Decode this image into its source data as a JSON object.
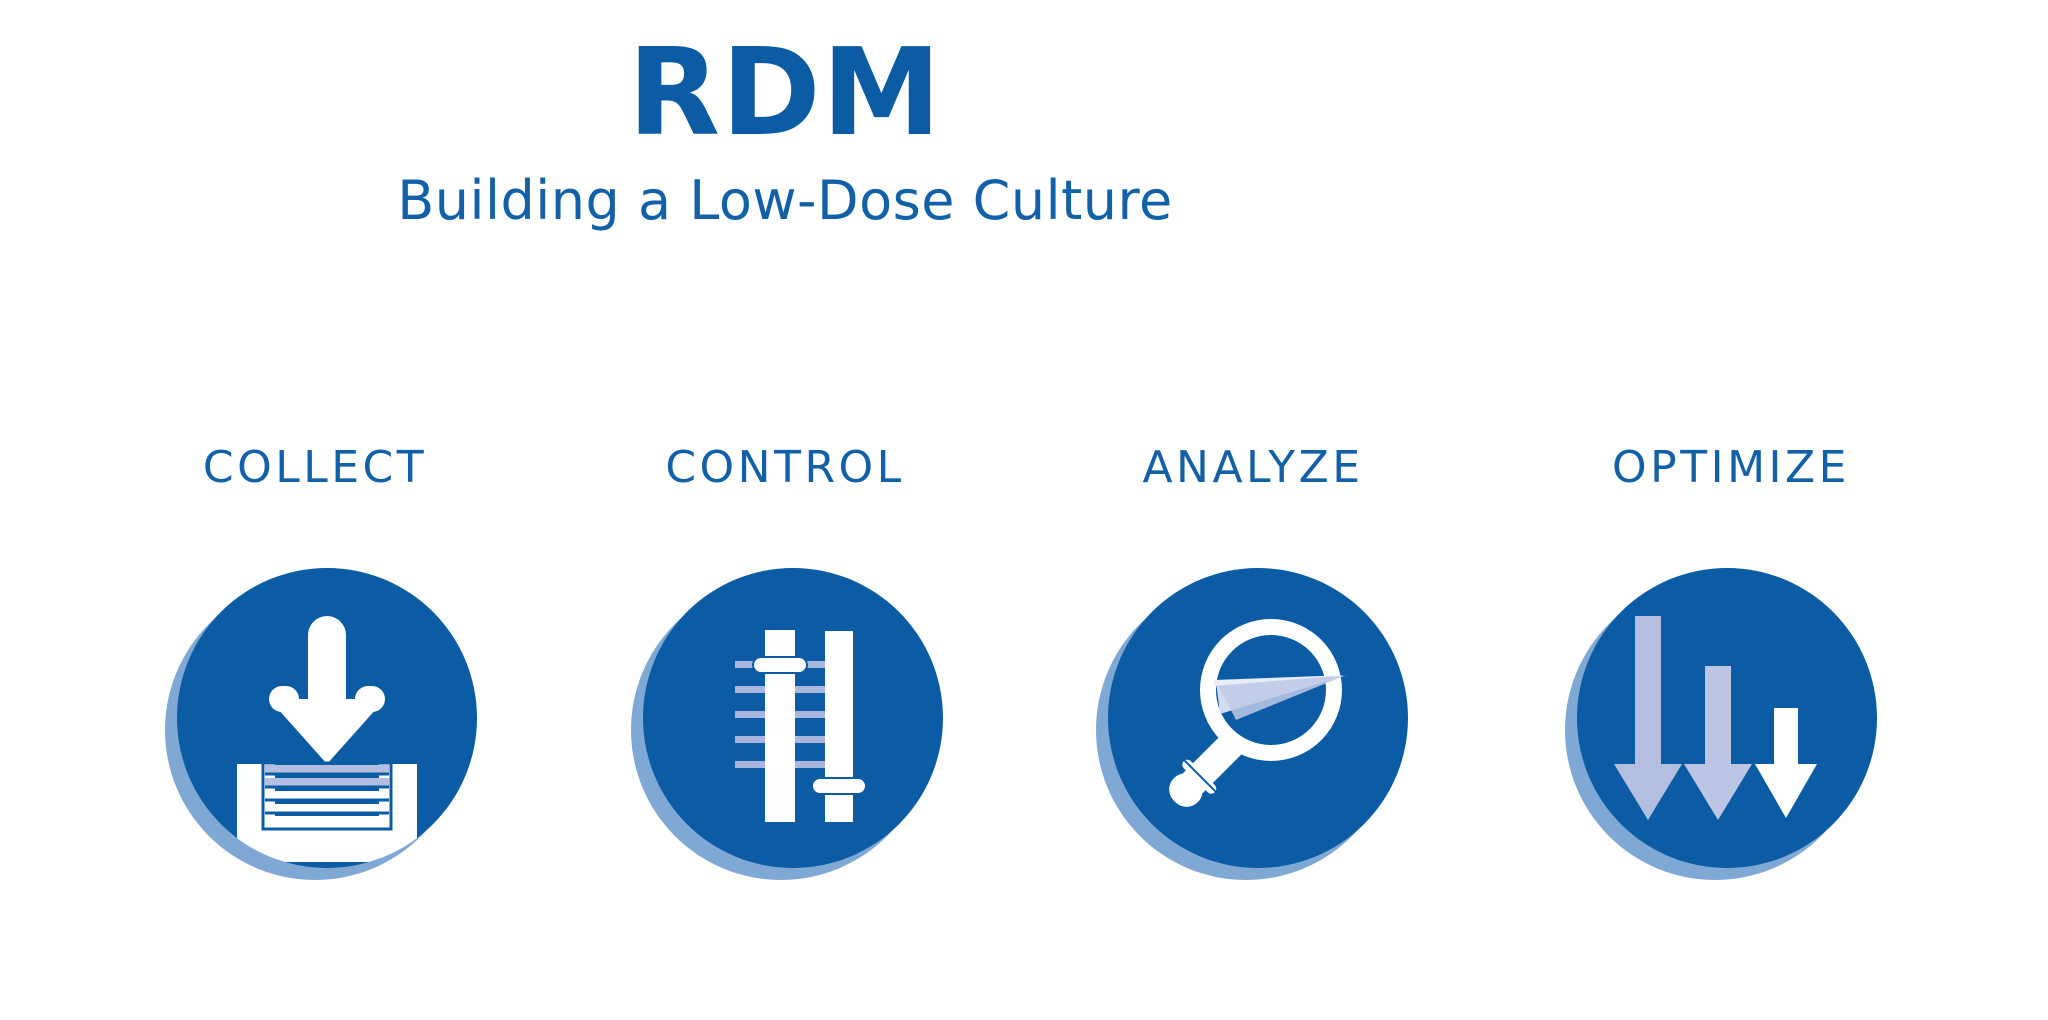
{
  "page": {
    "background_color": "#FFFFFF",
    "brand_blue": "#0B5CA5",
    "shadow_blue": "#7FA8D4",
    "accent_lavender": "#B3BEE0",
    "icon_white": "#FFFFFF"
  },
  "header": {
    "title": "RDM",
    "subtitle": "Building a Low-Dose Culture"
  },
  "steps": [
    {
      "label": "COLLECT",
      "icon": "download-tray-icon"
    },
    {
      "label": "CONTROL",
      "icon": "sliders-icon"
    },
    {
      "label": "ANALYZE",
      "icon": "magnifying-glass-icon"
    },
    {
      "label": "OPTIMIZE",
      "icon": "three-down-arrows-icon"
    }
  ]
}
